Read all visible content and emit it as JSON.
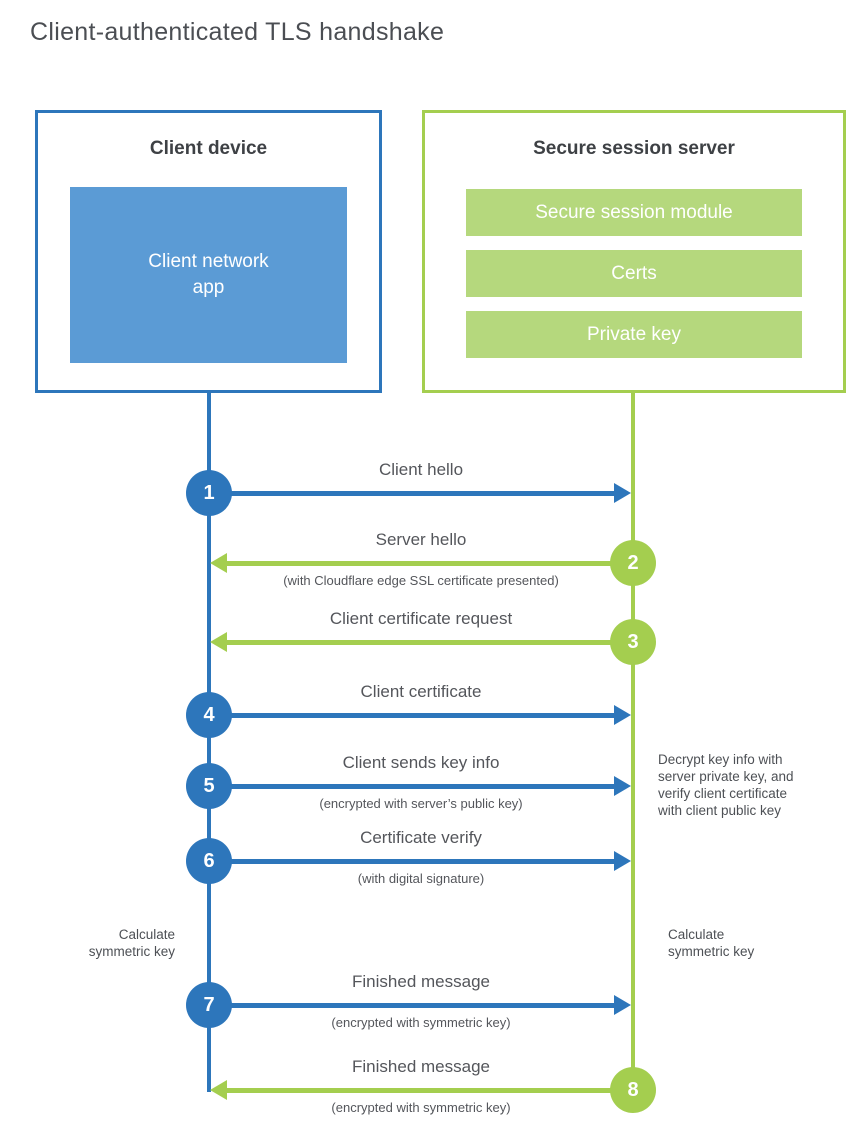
{
  "title": "Client-authenticated TLS handshake",
  "client_box": {
    "title": "Client device",
    "app_label_line1": "Client network",
    "app_label_line2": "app"
  },
  "server_box": {
    "title": "Secure session server",
    "modules": [
      "Secure session module",
      "Certs",
      "Private key"
    ]
  },
  "steps": [
    {
      "num": "1",
      "direction": "client-to-server",
      "label": "Client hello",
      "sublabel": ""
    },
    {
      "num": "2",
      "direction": "server-to-client",
      "label": "Server hello",
      "sublabel": "(with Cloudflare edge SSL certificate presented)"
    },
    {
      "num": "3",
      "direction": "server-to-client",
      "label": "Client certificate request",
      "sublabel": ""
    },
    {
      "num": "4",
      "direction": "client-to-server",
      "label": "Client certificate",
      "sublabel": ""
    },
    {
      "num": "5",
      "direction": "client-to-server",
      "label": "Client sends key info",
      "sublabel": "(encrypted with server’s public key)"
    },
    {
      "num": "6",
      "direction": "client-to-server",
      "label": "Certificate verify",
      "sublabel": "(with digital signature)"
    },
    {
      "num": "7",
      "direction": "client-to-server",
      "label": "Finished message",
      "sublabel": "(encrypted with symmetric key)"
    },
    {
      "num": "8",
      "direction": "server-to-client",
      "label": "Finished message",
      "sublabel": "(encrypted with symmetric key)"
    }
  ],
  "annotations": {
    "left_calc_line1": "Calculate",
    "left_calc_line2": "symmetric key",
    "right_calc_line1": "Calculate",
    "right_calc_line2": "symmetric key",
    "decrypt_note_lines": [
      "Decrypt key info with",
      "server private key, and",
      "verify client certificate",
      "with client public key"
    ]
  },
  "colors": {
    "blue_line": "#2d76bb",
    "blue_fill": "#5b9bd5",
    "green_line": "#a4ce4f",
    "green_fill": "#b5d87d",
    "text_dark": "#3e4145",
    "text_gray": "#54565b"
  }
}
